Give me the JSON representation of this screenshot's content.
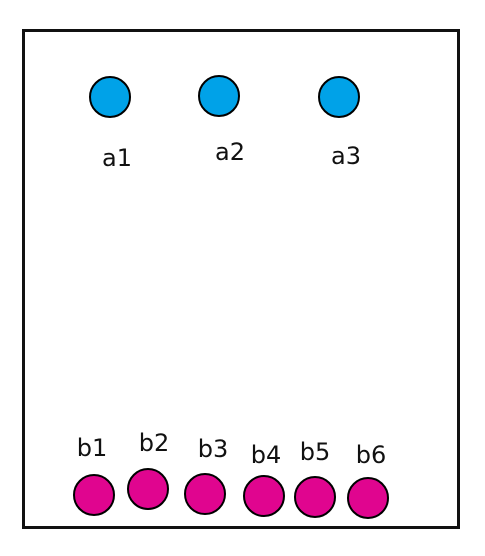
{
  "colors": {
    "frame": "#111111",
    "group_a": "#00a2e8",
    "group_b": "#e0058f",
    "outline": "#000000"
  },
  "group_a": {
    "nodes": [
      {
        "label": "a1"
      },
      {
        "label": "a2"
      },
      {
        "label": "a3"
      }
    ]
  },
  "group_b": {
    "nodes": [
      {
        "label": "b1"
      },
      {
        "label": "b2"
      },
      {
        "label": "b3"
      },
      {
        "label": "b4"
      },
      {
        "label": "b5"
      },
      {
        "label": "b6"
      }
    ]
  }
}
